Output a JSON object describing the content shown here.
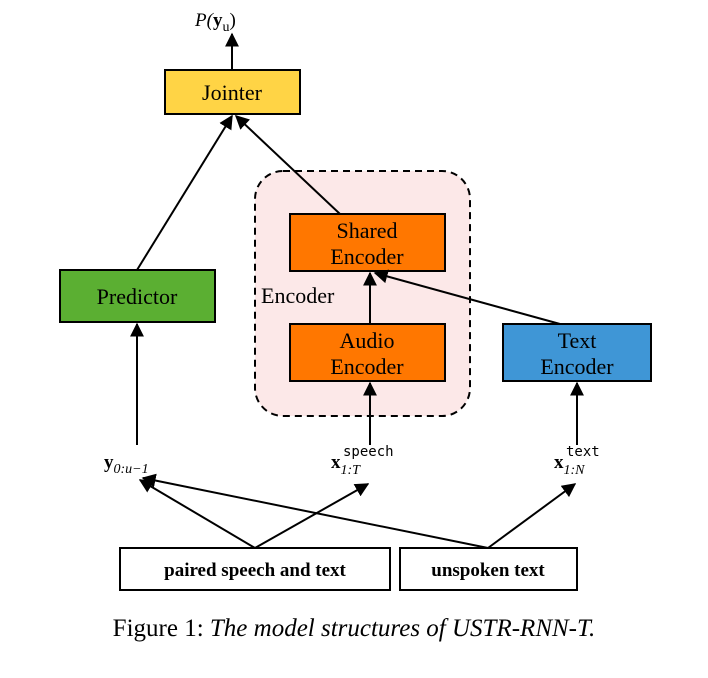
{
  "output": {
    "prefix": "P(",
    "symbol": "y",
    "subscript": "u",
    "suffix": ")"
  },
  "boxes": {
    "jointer": "Jointer",
    "predictor": "Predictor",
    "shared_encoder": [
      "Shared",
      "Encoder"
    ],
    "audio_encoder": [
      "Audio",
      "Encoder"
    ],
    "text_encoder": [
      "Text",
      "Encoder"
    ],
    "encoder_group": "Encoder"
  },
  "inputs": {
    "y": {
      "symbol": "y",
      "subscript": "0:u−1"
    },
    "x_speech": {
      "symbol": "x",
      "subscript": "1:T",
      "superscript": "speech"
    },
    "x_text": {
      "symbol": "x",
      "subscript": "1:N",
      "superscript": "text"
    }
  },
  "sources": {
    "paired": "paired speech and text",
    "unspoken": "unspoken text"
  },
  "caption": {
    "label": "Figure 1: ",
    "text": "The model structures of USTR-RNN-T."
  },
  "colors": {
    "jointer": "#FFD445",
    "predictor": "#5BAF32",
    "encoder": "#FF7700",
    "text_encoder": "#3F96D6",
    "encoder_group_bg": "#FCE8E8"
  }
}
